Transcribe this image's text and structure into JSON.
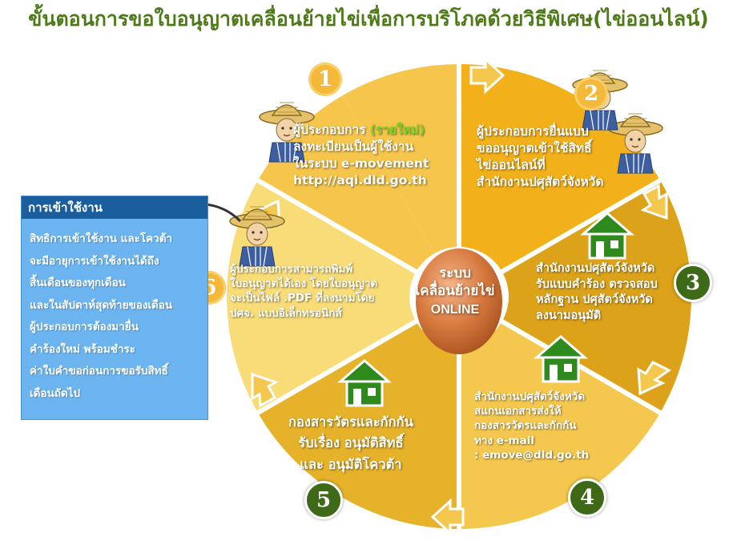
{
  "title": "ขั้นตอนการขอใบอนุญาตเคลื่อนย้ายไข่เพื่อการบริโภคด้วยวิธีพิเศษ(ไข่ออนไลน์)",
  "center": {
    "line1": "ระบบ",
    "line2": "เคลื่อนย้ายไข่",
    "line3": "ONLINE"
  },
  "steps": [
    {
      "number": "1",
      "lines_a": "ผู้ประกอบการ ",
      "highlight": "(รายใหม่)",
      "lines": [
        "ลงทะเบียนเป็นผู้ใช้งาน",
        "ในระบบ e-movement",
        "http://aqi.dld.go.th"
      ]
    },
    {
      "number": "2",
      "lines": [
        "ผู้ประกอบการยื่นแบบ",
        "ขออนุญาตเข้าใช้สิทธิ์",
        "ไข่ออนไลน์ที่",
        "สำนักงานปศุสัตว์จังหวัด"
      ]
    },
    {
      "number": "3",
      "lines": [
        "สำนักงานปศุสัตว์จังหวัด",
        "รับแบบคำร้อง ตรวจสอบ",
        "หลักฐาน ปศุสัตว์จังหวัด",
        "ลงนามอนุมัติ"
      ]
    },
    {
      "number": "4",
      "lines": [
        "สำนักงานปศุสัตว์จังหวัด",
        "สแกนเอกสารส่งให้",
        "กองสารวัตรและกักกัน",
        "ทาง e-mail",
        ": emove@dld.go.th"
      ]
    },
    {
      "number": "5",
      "lines": [
        "กองสารวัตรและกักกัน",
        "รับเรื่อง อนุมัติสิทธิ์",
        "และ อนุมัติโควต้า"
      ]
    },
    {
      "number": "6",
      "lines": [
        "ผู้ประกอบการสามารถพิมพ์",
        "ใบอนุญาตได้เอง โดยใบอนุญาต",
        "จะเป็นไฟล์ .PDF ที่ลงนามโดย",
        "ปศจ. แบบอิเล็กทรอนิกส์"
      ]
    }
  ],
  "info": {
    "header": "การเข้าใช้งาน",
    "lines": [
      "สิทธิการเข้าใช้งาน และโควต้า",
      "จะมีอายุการเข้าใช้งานได้ถึง",
      "สิ้นเดือนของทุกเดือน",
      "และในสัปดาห์สุดท้ายของเดือน",
      "ผู้ประกอบการต้องมายื่น",
      "คำร้องใหม่ พร้อมชำระ",
      "ค่าใบคำขอก่อนการขอรับสิทธิ์",
      "เดือนถัดไป"
    ]
  },
  "icons": [
    "farmer-icon",
    "house-icon",
    "egg-icon",
    "arrow-icon"
  ],
  "colors": {
    "title": "#4f7a1a",
    "info_header": "#1b5e9e",
    "info_body": "#6bb4f0",
    "house": "#2f8a1e",
    "badge_dark": "#3e6a17"
  }
}
